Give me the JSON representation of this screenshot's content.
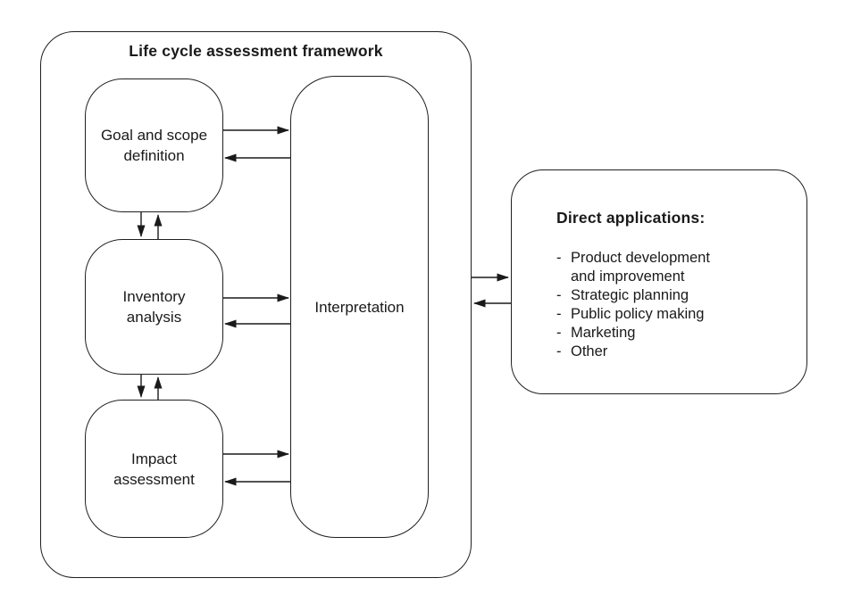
{
  "framework": {
    "title": "Life cycle assessment framework",
    "boxes": {
      "goal_scope": {
        "label": [
          "Goal and scope",
          "definition"
        ]
      },
      "inventory": {
        "label": [
          "Inventory",
          "analysis"
        ]
      },
      "impact": {
        "label": [
          "Impact",
          "assessment"
        ]
      },
      "interpretation": {
        "label": "Interpretation"
      }
    }
  },
  "direct_applications": {
    "title": "Direct applications:",
    "items": [
      {
        "bullet": "-",
        "lines": [
          "Product development",
          "and improvement"
        ]
      },
      {
        "bullet": "-",
        "lines": [
          "Strategic planning"
        ]
      },
      {
        "bullet": "-",
        "lines": [
          "Public policy making"
        ]
      },
      {
        "bullet": "-",
        "lines": [
          "Marketing"
        ]
      },
      {
        "bullet": "-",
        "lines": [
          "Other"
        ]
      }
    ]
  },
  "colors": {
    "ink": "#1a1a1a",
    "background": "#ffffff"
  }
}
